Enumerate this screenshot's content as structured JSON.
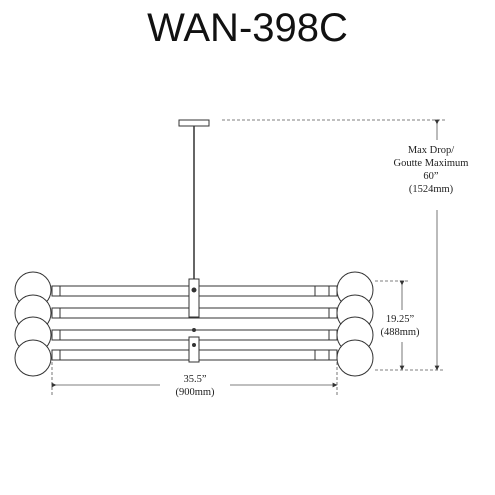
{
  "title": "WAN-398C",
  "dimensions": {
    "max_drop": {
      "line1": "Max Drop/",
      "line2": "Goutte Maximum",
      "imperial": "60”",
      "metric": "(1524mm)"
    },
    "height": {
      "imperial": "19.25”",
      "metric": "(488mm)"
    },
    "width": {
      "imperial": "35.5”",
      "metric": "(900mm)"
    }
  },
  "colors": {
    "line": "#333333",
    "text": "#222222"
  }
}
